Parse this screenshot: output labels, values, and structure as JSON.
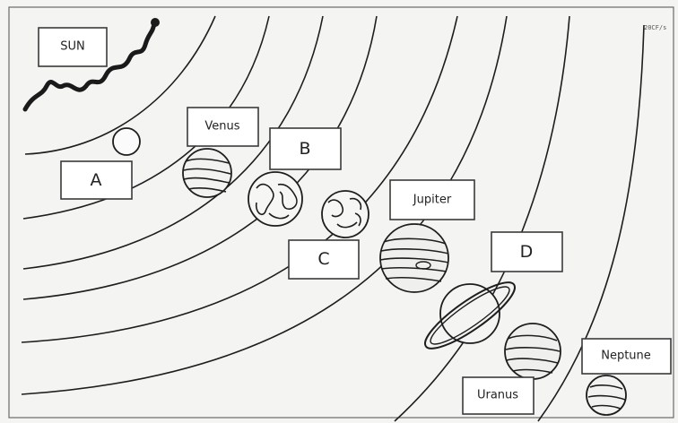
{
  "diagram": {
    "labels": {
      "sun": "SUN",
      "a": "A",
      "venus": "Venus",
      "b": "B",
      "c": "C",
      "jupiter": "Jupiter",
      "d": "D",
      "uranus": "Uranus",
      "neptune": "Neptune"
    },
    "page_mark": "20CF/s"
  },
  "colors": {
    "line": "#1e1e1e",
    "paper": "#f4f4f2",
    "box_fill": "#ffffff"
  }
}
